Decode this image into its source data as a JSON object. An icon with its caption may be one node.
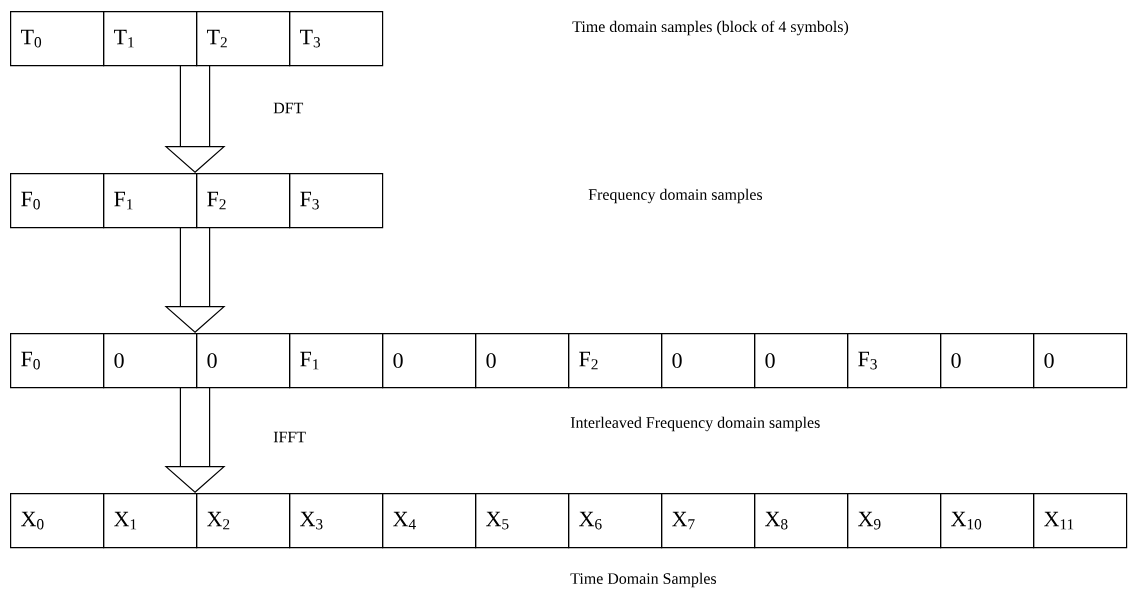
{
  "diagram": {
    "nodes": [
      {
        "text": [
          "T$_{0}$"
        ]
      },
      {
        "text": [
          "T$_{1}$"
        ]
      },
      {
        "text": [
          "T$_{2}$"
        ]
      },
      {
        "text": [
          "T$_{3}$"
        ]
      },
      {
        "text": [
          "F$_{0}$"
        ]
      },
      {
        "text": [
          "F$_{1}$"
        ]
      },
      {
        "text": [
          "F$_{2}$"
        ]
      },
      {
        "text": [
          "F$_{3}$"
        ]
      },
      {
        "text": [
          "F$_{0}$"
        ]
      },
      {
        "text": [
          "0"
        ]
      },
      {
        "text": [
          "0"
        ]
      },
      {
        "text": [
          "F$_{1}$"
        ]
      },
      {
        "text": [
          "0"
        ]
      },
      {
        "text": [
          "0"
        ]
      },
      {
        "text": [
          "F$_{2}$"
        ]
      },
      {
        "text": [
          "0"
        ]
      },
      {
        "text": [
          "0"
        ]
      },
      {
        "text": [
          "F$_{3}$"
        ]
      },
      {
        "text": [
          "0"
        ]
      },
      {
        "text": [
          "0"
        ]
      },
      {
        "text": [
          "X$_{0}$"
        ]
      },
      {
        "text": [
          "X$_{1}$"
        ]
      },
      {
        "text": [
          "X$_{2}$"
        ]
      },
      {
        "text": [
          "X$_{3}$"
        ]
      },
      {
        "text": [
          "X$_{4}$"
        ]
      },
      {
        "text": [
          "X$_{5}$"
        ]
      },
      {
        "text": [
          "X$_{6}$"
        ]
      },
      {
        "text": [
          "X$_{7}$"
        ]
      },
      {
        "text": [
          "X$_{8}$"
        ]
      },
      {
        "text": [
          "X$_{9}$"
        ]
      },
      {
        "text": [
          "X$_{10}$"
        ]
      },
      {
        "text": [
          "X$_{11}$"
        ]
      }
    ],
    "edges": [
      {
        "from": 1,
        "to": 5,
        "arrow": "to",
        "label": "DFT"
      },
      {
        "from": 5,
        "to": 9,
        "arrow": "to"
      },
      {
        "from": 9,
        "to": 21,
        "arrow": "to",
        "label": "IFFT"
      }
    ],
    "labels": [
      "Time domain samples (block of 4 symbols)",
      "Frequency domain samples",
      "Interleaved Frequency domain samples",
      "Time Domain Samples"
    ]
  }
}
